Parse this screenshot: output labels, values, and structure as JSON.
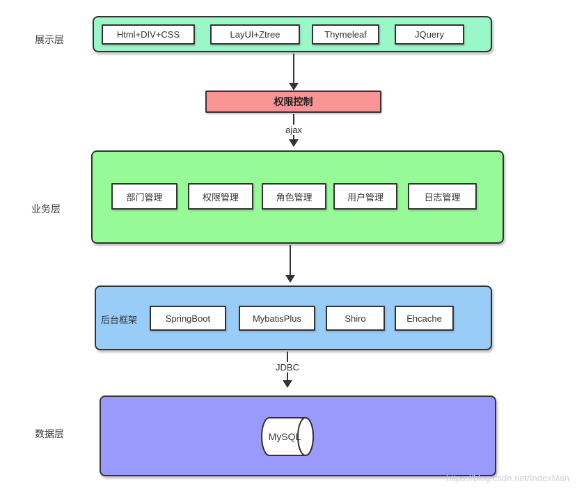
{
  "diagram": {
    "watermark": "https://blog.csdn.net/IndexMan",
    "presentation": {
      "label": "展示层",
      "items": [
        "Html+DIV+CSS",
        "LayUI+Ztree",
        "Thymeleaf",
        "JQuery"
      ]
    },
    "permission": {
      "label": "权限控制"
    },
    "ajax_label": "ajax",
    "business": {
      "label": "业务层",
      "items": [
        "部门管理",
        "权限管理",
        "角色管理",
        "用户管理",
        "日志管理"
      ]
    },
    "backend": {
      "label": "后台框架",
      "items": [
        "SpringBoot",
        "MybatisPlus",
        "Shiro",
        "Ehcache"
      ]
    },
    "jdbc_label": "JDBC",
    "data_layer": {
      "label": "数据层",
      "database": "MySQL"
    },
    "colors": {
      "presentation_bg": "#9af7c7",
      "permission_bg": "#fa9595",
      "business_bg": "#96fa96",
      "backend_bg": "#9accf8",
      "data_bg": "#9a99fc",
      "border": "#333333"
    }
  }
}
